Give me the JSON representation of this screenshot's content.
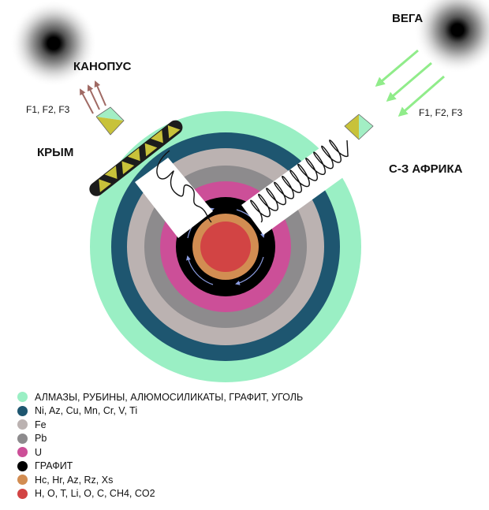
{
  "labels": {
    "kanopus": "КАНОПУС",
    "vega": "ВЕГА",
    "krym": "КРЫМ",
    "africa": "С-З АФРИКА",
    "freq_left": "F1, F2, F3",
    "freq_right": "F1, F2, F3"
  },
  "colors": {
    "crust": "#9aefc4",
    "layer_ni": "#1e5670",
    "layer_fe": "#bbb2b1",
    "layer_pb": "#8d8b8d",
    "layer_u": "#cc4f98",
    "layer_graphite": "#000000",
    "layer_hc": "#d28d52",
    "core": "#d24444",
    "arrow_left": "#a06a64",
    "arrow_right": "#90ec8a",
    "prism_light": "#a2eec4",
    "prism_dark": "#c8c23a"
  },
  "legend": [
    {
      "color": "#9aefc4",
      "text": "АЛМАЗЫ, РУБИНЫ, АЛЮМОСИЛИКАТЫ, ГРАФИТ, УГОЛЬ"
    },
    {
      "color": "#1e5670",
      "text": "Ni, Az, Cu, Mn, Cr, V, Ti"
    },
    {
      "color": "#bbb2b1",
      "text": "Fe"
    },
    {
      "color": "#8d8b8d",
      "text": "Pb"
    },
    {
      "color": "#cc4f98",
      "text": "U"
    },
    {
      "color": "#000000",
      "text": "ГРАФИТ"
    },
    {
      "color": "#d28d52",
      "text": "Hc, Hr, Az, Rz, Xs"
    },
    {
      "color": "#d24444",
      "text": "H, O, T, Li, O, C, CH4, CO2"
    }
  ]
}
